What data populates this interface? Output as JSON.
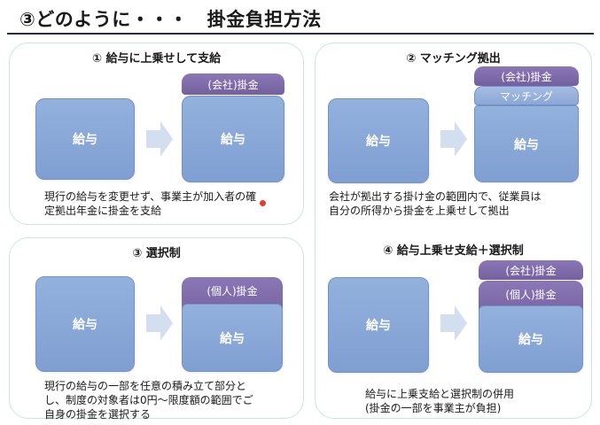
{
  "title": "③どのように・・・　掛金負担方法",
  "panels": {
    "p1": {
      "title": "① 給与に上乗せして支給",
      "left_box": "給与",
      "right_box": "給与",
      "top_label": "(会社)掛金",
      "desc_line1": "現行の給与を変更せず、事業主が加入者の確",
      "desc_line2": "定拠出年金に掛金を支給"
    },
    "p2": {
      "title": "② マッチング拠出",
      "left_box": "給与",
      "right_box": "給与",
      "top_label": "(会社)掛金",
      "middle_label": "マッチング",
      "desc_line1": "会社が拠出する掛け金の範囲内で、従業員は",
      "desc_line2": "自分の所得から掛金を上乗せして拠出"
    },
    "p3": {
      "title": "③ 選択制",
      "left_box": "給与",
      "right_box": "給与",
      "top_label": "(個人)掛金",
      "desc_line1": "現行の給与の一部を任意の積み立て部分と",
      "desc_line2": "し、制度の対象者は0円～限度額の範囲でご",
      "desc_line3": "自身の掛金を選択する"
    },
    "p4": {
      "title": "④ 給与上乗せ支給＋選択制",
      "left_box": "給与",
      "right_box": "給与",
      "top_label": "(会社)掛金",
      "middle_label": "(個人)掛金",
      "desc_line1": "給与に上乗支給と選択制の併用",
      "desc_line2": "(掛金の一部を事業主が負担)"
    }
  },
  "colors": {
    "title_rule": "#1f2a5a",
    "panel_border": "#c9e6e2",
    "blue_box": "#7f9fd2",
    "purple_box": "#75609f",
    "arrow": "#d3def1",
    "dot": "#e23b2f"
  },
  "icons": {
    "arrow": "right-arrow-icon"
  }
}
